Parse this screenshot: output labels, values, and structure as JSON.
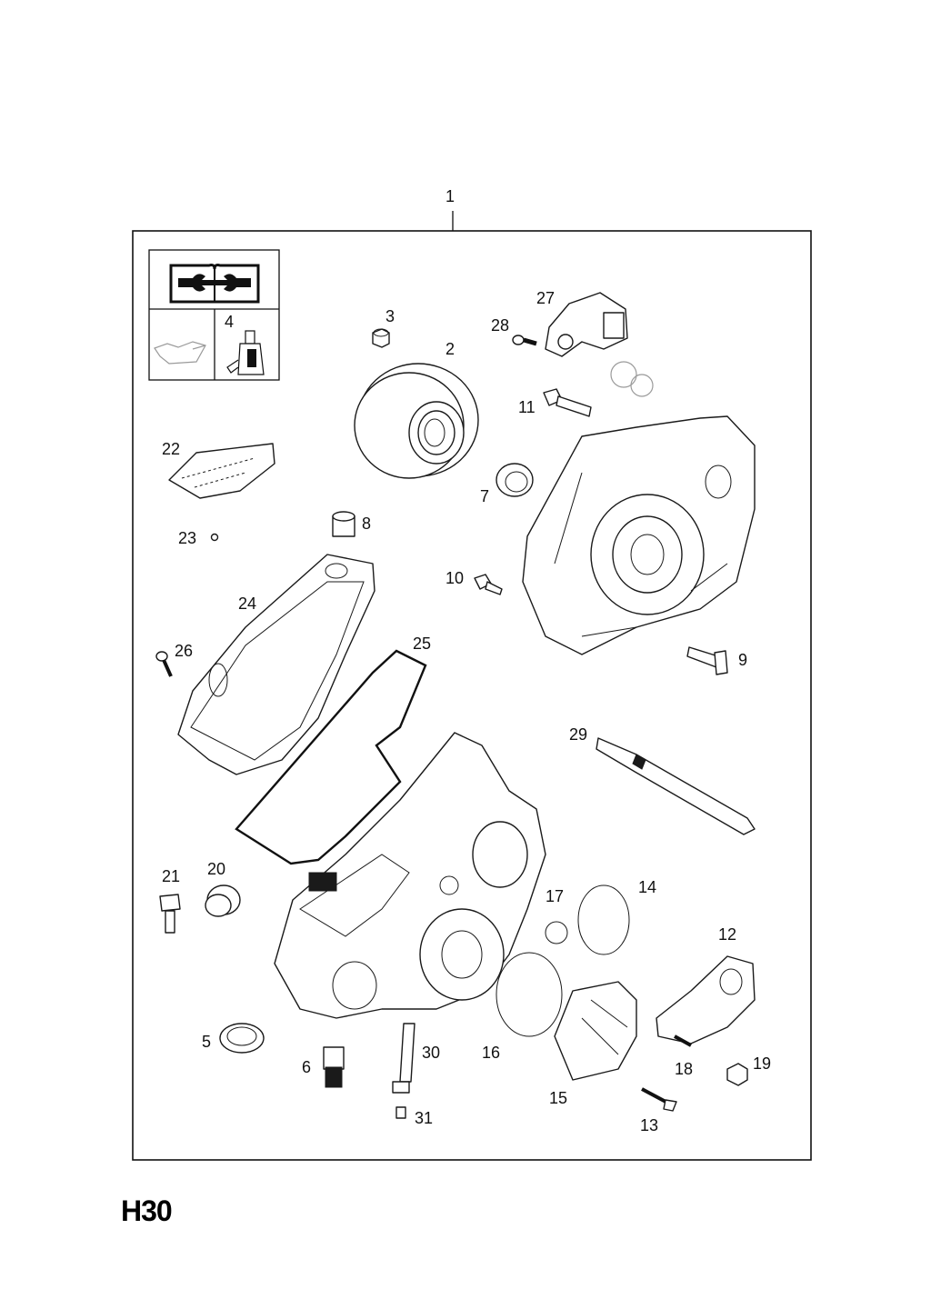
{
  "diagram": {
    "section_code": "H30",
    "parts": [
      {
        "number": "1"
      },
      {
        "number": "2"
      },
      {
        "number": "3"
      },
      {
        "number": "4"
      },
      {
        "number": "5"
      },
      {
        "number": "6"
      },
      {
        "number": "7"
      },
      {
        "number": "8"
      },
      {
        "number": "9"
      },
      {
        "number": "10"
      },
      {
        "number": "11"
      },
      {
        "number": "12"
      },
      {
        "number": "13"
      },
      {
        "number": "14"
      },
      {
        "number": "15"
      },
      {
        "number": "16"
      },
      {
        "number": "17"
      },
      {
        "number": "18"
      },
      {
        "number": "19"
      },
      {
        "number": "20"
      },
      {
        "number": "21"
      },
      {
        "number": "22"
      },
      {
        "number": "23"
      },
      {
        "number": "24"
      },
      {
        "number": "25"
      },
      {
        "number": "26"
      },
      {
        "number": "27"
      },
      {
        "number": "28"
      },
      {
        "number": "29"
      },
      {
        "number": "30"
      },
      {
        "number": "31"
      }
    ],
    "icons": [
      "repair-manual-wrench-icon",
      "oil-can-icon",
      "fluid-bottle-icon"
    ]
  }
}
